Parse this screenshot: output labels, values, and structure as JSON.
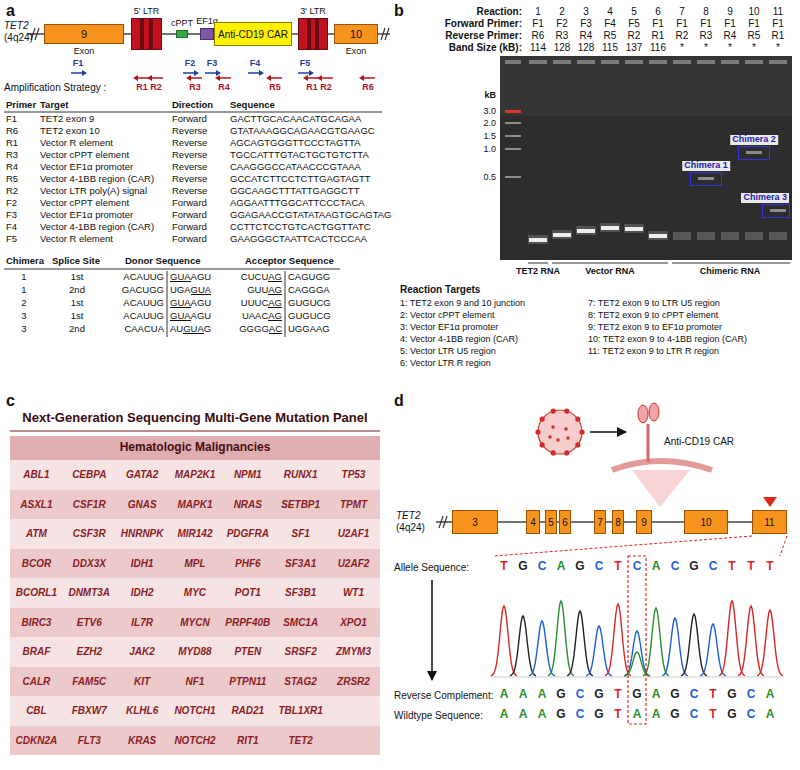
{
  "diagram": {
    "nodes": [
      {
        "text": [
          "9"
        ]
      },
      {
        "text": [
          "5' LTR"
        ]
      },
      {
        "text": [
          "cPPT"
        ]
      },
      {
        "text": [
          "EF1α"
        ]
      },
      {
        "text": [
          "Anti-CD19 CAR"
        ]
      },
      {
        "text": [
          "3' LTR"
        ]
      },
      {
        "text": [
          "10"
        ]
      },
      {
        "text": [
          "Chimera 1"
        ]
      },
      {
        "text": [
          "Chimera 2"
        ]
      },
      {
        "text": [
          "Chimera 3"
        ]
      },
      {
        "text": [
          "Hematologic Malignancies"
        ]
      },
      {
        "text": [
          "ABL1",
          "CEBPA",
          "GATA2",
          "MAP2K1",
          "NPM1",
          "RUNX1",
          "TP53"
        ]
      },
      {
        "text": [
          "ASXL1",
          "CSF1R",
          "GNAS",
          "MAPK1",
          "NRAS",
          "SETBP1",
          "TPMT"
        ]
      },
      {
        "text": [
          "ATM",
          "CSF3R",
          "HNRNPK",
          "MIR142",
          "PDGFRA",
          "SF1",
          "U2AF1"
        ]
      },
      {
        "text": [
          "BCOR",
          "DDX3X",
          "IDH1",
          "MPL",
          "PHF6",
          "SF3A1",
          "U2AF2"
        ]
      },
      {
        "text": [
          "BCORL1",
          "DNMT3A",
          "IDH2",
          "MYC",
          "POT1",
          "SF3B1",
          "WT1"
        ]
      },
      {
        "text": [
          "BIRC3",
          "ETV6",
          "IL7R",
          "MYCN",
          "PRPF40B",
          "SMC1A",
          "XPO1"
        ]
      },
      {
        "text": [
          "BRAF",
          "EZH2",
          "JAK2",
          "MYD88",
          "PTEN",
          "SRSF2",
          "ZMYM3"
        ]
      },
      {
        "text": [
          "CALR",
          "FAM5C",
          "KIT",
          "NF1",
          "PTPN11",
          "STAG2",
          "ZRSR2"
        ]
      },
      {
        "text": [
          "CBL",
          "FBXW7",
          "KLHL6",
          "NOTCH1",
          "RAD21",
          "TBL1XR1"
        ]
      },
      {
        "text": [
          "CDKN2A",
          "FLT3",
          "KRAS",
          "NOTCH2",
          "RIT1",
          "TET2"
        ]
      },
      {
        "text": [
          "3"
        ]
      },
      {
        "text": [
          "4"
        ]
      },
      {
        "text": [
          "5"
        ]
      },
      {
        "text": [
          "6"
        ]
      },
      {
        "text": [
          "7"
        ]
      },
      {
        "text": [
          "8"
        ]
      },
      {
        "text": [
          "9"
        ]
      },
      {
        "text": [
          "10"
        ]
      },
      {
        "text": [
          "11"
        ]
      }
    ],
    "edges": [
      {
        "from": 0,
        "to": 1,
        "arrow": "none"
      },
      {
        "from": 1,
        "to": 2,
        "arrow": "none"
      },
      {
        "from": 2,
        "to": 3,
        "arrow": "none"
      },
      {
        "from": 4,
        "to": 5,
        "arrow": "none"
      },
      {
        "from": 5,
        "to": 6,
        "arrow": "none"
      },
      {
        "from": 21,
        "to": 22,
        "arrow": "none"
      },
      {
        "from": 22,
        "to": 23,
        "arrow": "none"
      },
      {
        "from": 23,
        "to": 24,
        "arrow": "none"
      },
      {
        "from": 24,
        "to": 25,
        "arrow": "none"
      },
      {
        "from": 25,
        "to": 26,
        "arrow": "none"
      },
      {
        "from": 26,
        "to": 27,
        "arrow": "none"
      },
      {
        "from": 27,
        "to": 28,
        "arrow": "none"
      },
      {
        "from": 28,
        "to": 29,
        "arrow": "none"
      }
    ],
    "labels": [
      "a",
      "TET2",
      "(4q24)",
      "Exon",
      "Exon",
      "Amplification Strategy :",
      "F1",
      "R1",
      "R2",
      "F2",
      "R3",
      "F3",
      "R4",
      "F4",
      "R5",
      "F5",
      "R1",
      "R2",
      "R6",
      "Primer",
      "Target",
      "Direction",
      "Sequence",
      "F1",
      "TET2 exon 9",
      "Forward",
      "GACTTGCACAACATGCAGAA",
      "R6",
      "TET2 exon 10",
      "Reverse",
      "GTATAAAGGCAGAACGTGAAGC",
      "R1",
      "Vector R element",
      "Reverse",
      "AGCAGTGGGTTCCCTAGTTA",
      "R3",
      "Vector cPPT element",
      "Reverse",
      "TGCCATTTGTACTGCTGTCTTA",
      "R4",
      "Vector EF1α promoter",
      "Reverse",
      "CAAGGGCCATAACCCGTAAA",
      "R5",
      "Vector 4-1BB region (CAR)",
      "Reverse",
      "GCCATCTTCCTCTTGAGTAGTT",
      "R2",
      "Vector LTR poly(A) signal",
      "Reverse",
      "GGCAAGCTTTATTGAGGCTT",
      "F2",
      "Vector cPPT element",
      "Forward",
      "AGGAATTTGGCATTCCCTACA",
      "F3",
      "Vector EF1α promoter",
      "Forward",
      "GGAGAACCGTATATAAGTGCAGTAG",
      "F4",
      "Vector 4-1BB region (CAR)",
      "Forward",
      "CCTTCTCCTGTCACTGGTTATC",
      "F5",
      "Vector R element",
      "Forward",
      "GAAGGGCTAATTCACTCCCAA",
      "Chimera",
      "Splice Site",
      "Donor Sequence",
      "Acceptor Sequence",
      "1",
      "1st",
      "ACAUUG",
      "GUAAGU",
      "CUCUAG",
      "CAGUGG",
      "1",
      "2nd",
      "GACUGG",
      "UGAGUA",
      "GUUAG",
      "CAGGGA",
      "2",
      "1st",
      "ACAUUG",
      "GUAAGU",
      "UUUCAG",
      "GUGUCG",
      "3",
      "1st",
      "ACAUUG",
      "GUAAGU",
      "UAACAG",
      "GUGUCG",
      "3",
      "2nd",
      "CAACUA",
      "AUGUAG",
      "GGGGAC",
      "UGGAAG",
      "b",
      "Reaction:",
      "Forward Primer:",
      "Reverse Primer:",
      "Band Size (kB):",
      "1",
      "2",
      "3",
      "4",
      "5",
      "6",
      "7",
      "8",
      "9",
      "10",
      "11",
      "F1",
      "F2",
      "F3",
      "F4",
      "F5",
      "F1",
      "F1",
      "F1",
      "F1",
      "F1",
      "F1",
      "R6",
      "R3",
      "R4",
      "R5",
      "R2",
      "R1",
      "R2",
      "R3",
      "R4",
      "R5",
      "R1",
      "114",
      "128",
      "128",
      "115",
      "137",
      "116",
      "*",
      "*",
      "*",
      "*",
      "*",
      "kB",
      "3.0",
      "2.0",
      "1.5",
      "1.0",
      "0.5",
      "TET2 RNA",
      "Vector RNA",
      "Chimeric RNA",
      "Reaction Targets",
      "1: TET2 exon 9 and 10 junction",
      "2: Vector cPPT element",
      "3: Vector EF1α promoter",
      "4: Vector 4-1BB region (CAR)",
      "5: Vector LTR U5 region",
      "6: Vector LTR R region",
      "7: TET2 exon 9 to LTR U5 region",
      "8: TET2 exon 9 to cPPT element",
      "9: TET2 exon 9 to EF1α promoter",
      "10: TET2 exon 9 to 4-1BB region (CAR)",
      "11: TET2 exon 9 to LTR R region",
      "c",
      "Next-Generation Sequencing Multi-Gene Mutation Panel",
      "d",
      "Anti-CD19 CAR",
      "TET2",
      "(4q24)",
      "Allele Sequence:",
      "T",
      "G",
      "C",
      "A",
      "G",
      "C",
      "T",
      "C",
      "A",
      "C",
      "G",
      "C",
      "T",
      "T",
      "T",
      "Reverse Complement:",
      "A",
      "A",
      "A",
      "G",
      "C",
      "G",
      "T",
      "G",
      "A",
      "G",
      "C",
      "T",
      "G",
      "C",
      "A",
      "Wildtype Sequence:",
      "A",
      "A",
      "A",
      "G",
      "C",
      "G",
      "T",
      "A",
      "A",
      "G",
      "C",
      "T",
      "G",
      "C",
      "A"
    ]
  }
}
